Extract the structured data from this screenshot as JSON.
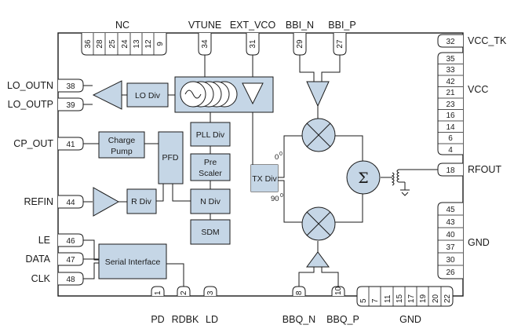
{
  "colors": {
    "block_fill": "#c5d6e6",
    "line": "#1a1a1a",
    "pin_fill": "#ffffff"
  },
  "pin_labels": {
    "nc": "NC",
    "vtune": "VTUNE",
    "ext_vco": "EXT_VCO",
    "bbi_n": "BBI_N",
    "bbi_p": "BBI_P",
    "vcc_tk": "VCC_TK",
    "vcc": "VCC",
    "rfout": "RFOUT",
    "gnd_right": "GND",
    "lo_outn": "LO_OUTN",
    "lo_outp": "LO_OUTP",
    "cp_out": "CP_OUT",
    "refin": "REFIN",
    "le": "LE",
    "data": "DATA",
    "clk": "CLK",
    "pd": "PD",
    "rdbk": "RDBK",
    "ld": "LD",
    "bbq_n": "BBQ_N",
    "bbq_p": "BBQ_P",
    "gnd_bottom": "GND"
  },
  "pins": {
    "nc": [
      "36",
      "28",
      "25",
      "24",
      "13",
      "12",
      "9"
    ],
    "vtune": "34",
    "ext_vco": "31",
    "bbi_n": "29",
    "bbi_p": "27",
    "vcc_tk": "32",
    "vcc": [
      "35",
      "33",
      "42",
      "21",
      "23",
      "16",
      "14",
      "6",
      "4"
    ],
    "rfout": "18",
    "gnd_right": [
      "45",
      "43",
      "40",
      "37",
      "30",
      "26"
    ],
    "lo_outn": "38",
    "lo_outp": "39",
    "cp_out": "41",
    "refin": "44",
    "le": "46",
    "data": "47",
    "clk": "48",
    "pd": "1",
    "rdbk": "2",
    "ld": "3",
    "bbq_n": "8",
    "bbq_p": "10",
    "gnd_bottom": [
      "5",
      "7",
      "11",
      "15",
      "17",
      "19",
      "20",
      "22"
    ]
  },
  "blocks": {
    "lo_div": "LO Div",
    "charge_pump": [
      "Charge",
      "Pump"
    ],
    "pfd": "PFD",
    "pll_div": "PLL Div",
    "prescaler": [
      "Pre",
      "Scaler"
    ],
    "n_div": "N Div",
    "sdm": "SDM",
    "r_div": "R Div",
    "tx_div": "TX Div",
    "serial_interface": "Serial Interface",
    "sum_symbol": "Σ",
    "phase_0": "0",
    "phase_90": "90",
    "degree": "0"
  }
}
